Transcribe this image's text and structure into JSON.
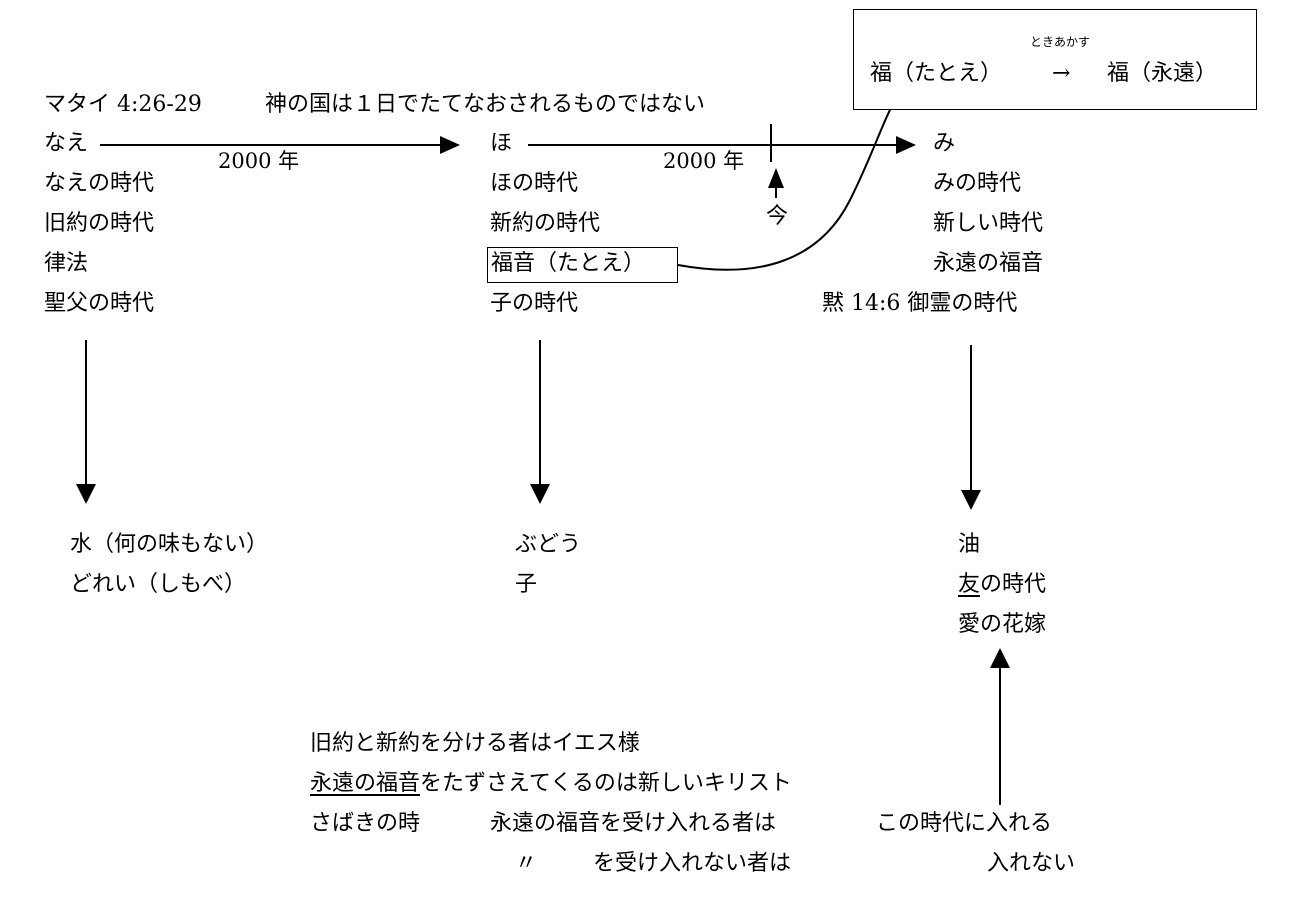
{
  "header_box": {
    "ruby": "ときあかす",
    "left": "福（たとえ）",
    "arrow": "→",
    "right": "福（永遠）"
  },
  "top_line": {
    "reference": "マタイ 4:26-29",
    "statement": "神の国は１日でたてなおされるものではない"
  },
  "timeline": {
    "span1": "2000 年",
    "span2": "2000 年",
    "now": "今"
  },
  "columns": {
    "left": [
      "なえ",
      "なえの時代",
      "旧約の時代",
      "律法",
      "聖父の時代"
    ],
    "middle": [
      "ほ",
      "ほの時代",
      "新約の時代",
      "福音（たとえ）",
      "子の時代"
    ],
    "right": [
      "み",
      "みの時代",
      "新しい時代",
      "永遠の福音",
      "黙 14:6 御霊の時代"
    ]
  },
  "lower": {
    "left": [
      "水（何の味もない）",
      "どれい（しもべ）"
    ],
    "middle": [
      "ぶどう",
      "子"
    ],
    "right": [
      "油",
      "友",
      "の時代",
      "愛の花嫁"
    ]
  },
  "notes": {
    "line1": "旧約と新約を分ける者はイエス様",
    "line2_underlined": "永遠の福音",
    "line2_rest": "をたずさえてくるのは新しいキリスト",
    "line3_a": "さばきの時",
    "line3_b": "永遠の福音を受け入れる者は",
    "line3_c": "この時代に入れる",
    "line4_a": "〃",
    "line4_b": "を受け入れない者は",
    "line4_c": "入れない"
  }
}
